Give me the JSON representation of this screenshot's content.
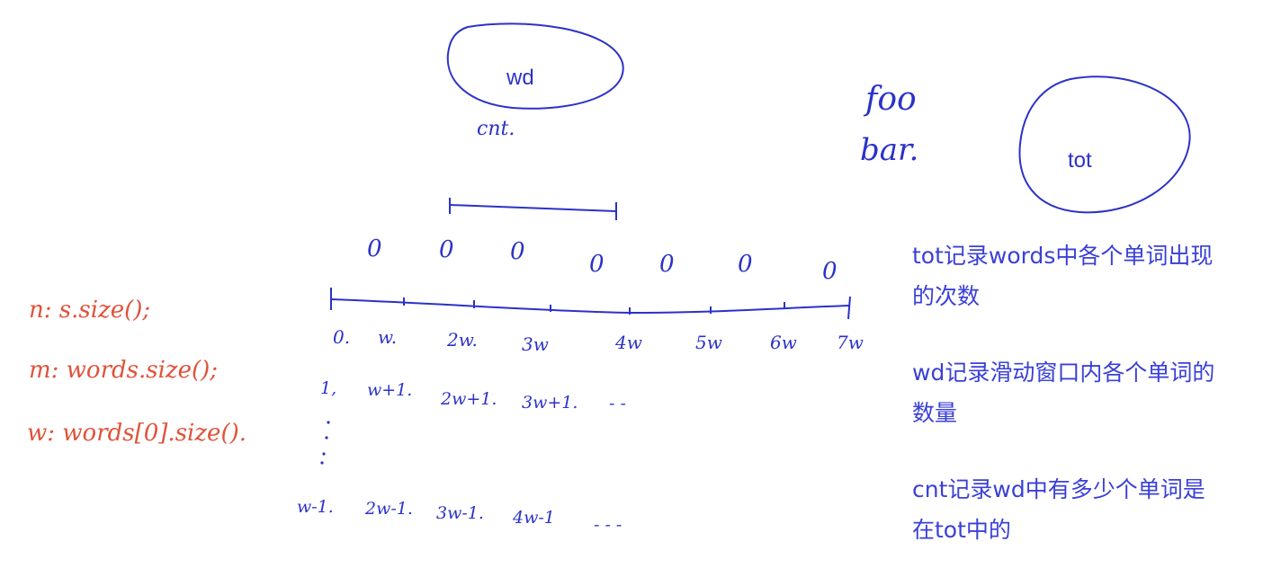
{
  "circles": {
    "wd": "wd",
    "tot": "tot"
  },
  "labels": {
    "cnt": "cnt.",
    "foo": "foo",
    "bar": "bar."
  },
  "window_marks": [
    "0",
    "0",
    "0",
    "0",
    "0",
    "0",
    "0"
  ],
  "axis_ticks": [
    "0.",
    "w.",
    "2w.",
    "3w",
    "4w",
    "5w",
    "6w",
    "7w"
  ],
  "offset_rows": {
    "row1": [
      "1,",
      "w+1.",
      "2w+1.",
      "3w+1.",
      "- -"
    ],
    "row2": [
      "w-1.",
      "2w-1.",
      "3w-1.",
      "4w-1",
      "- - -"
    ]
  },
  "definitions": [
    "n: s.size();",
    "m: words.size();",
    "w: words[0].size()."
  ],
  "notes": [
    "tot记录words中各个单词出现的次数",
    "wd记录滑动窗口内各个单词的数量",
    "cnt记录wd中有多少个单词是在tot中的"
  ],
  "colors": {
    "ink_blue": "#2b32c8",
    "ink_red": "#e0523a",
    "note_blue": "#3a40d6"
  }
}
